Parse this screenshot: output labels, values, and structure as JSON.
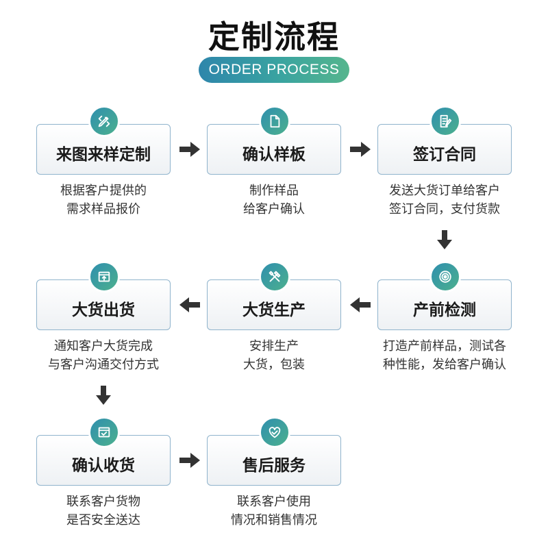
{
  "header": {
    "title": "定制流程",
    "subtitle": "ORDER PROCESS"
  },
  "steps": [
    {
      "label": "来图来样定制",
      "icon": "pencil-ruler-icon",
      "desc1": "根据客户提供的",
      "desc2": "需求样品报价"
    },
    {
      "label": "确认样板",
      "icon": "document-icon",
      "desc1": "制作样品",
      "desc2": "给客户确认"
    },
    {
      "label": "签订合同",
      "icon": "contract-edit-icon",
      "desc1": "发送大货订单给客户",
      "desc2": "签订合同，支付货款"
    },
    {
      "label": "产前检测",
      "icon": "target-icon",
      "desc1": "打造产前样品，测试各",
      "desc2": "种性能，发给客户确认"
    },
    {
      "label": "大货生产",
      "icon": "tools-icon",
      "desc1": "安排生产",
      "desc2": "大货，包装"
    },
    {
      "label": "大货出货",
      "icon": "shipping-box-icon",
      "desc1": "通知客户大货完成",
      "desc2": "与客户沟通交付方式"
    },
    {
      "label": "确认收货",
      "icon": "received-box-icon",
      "desc1": "联系客户货物",
      "desc2": "是否安全送达"
    },
    {
      "label": "售后服务",
      "icon": "handshake-heart-icon",
      "desc1": "联系客户使用",
      "desc2": "情况和销售情况"
    }
  ],
  "colors": {
    "accent_start": "#2e86ab",
    "accent_end": "#55b58d",
    "box_border": "#8fb3cc",
    "arrow": "#333333"
  }
}
